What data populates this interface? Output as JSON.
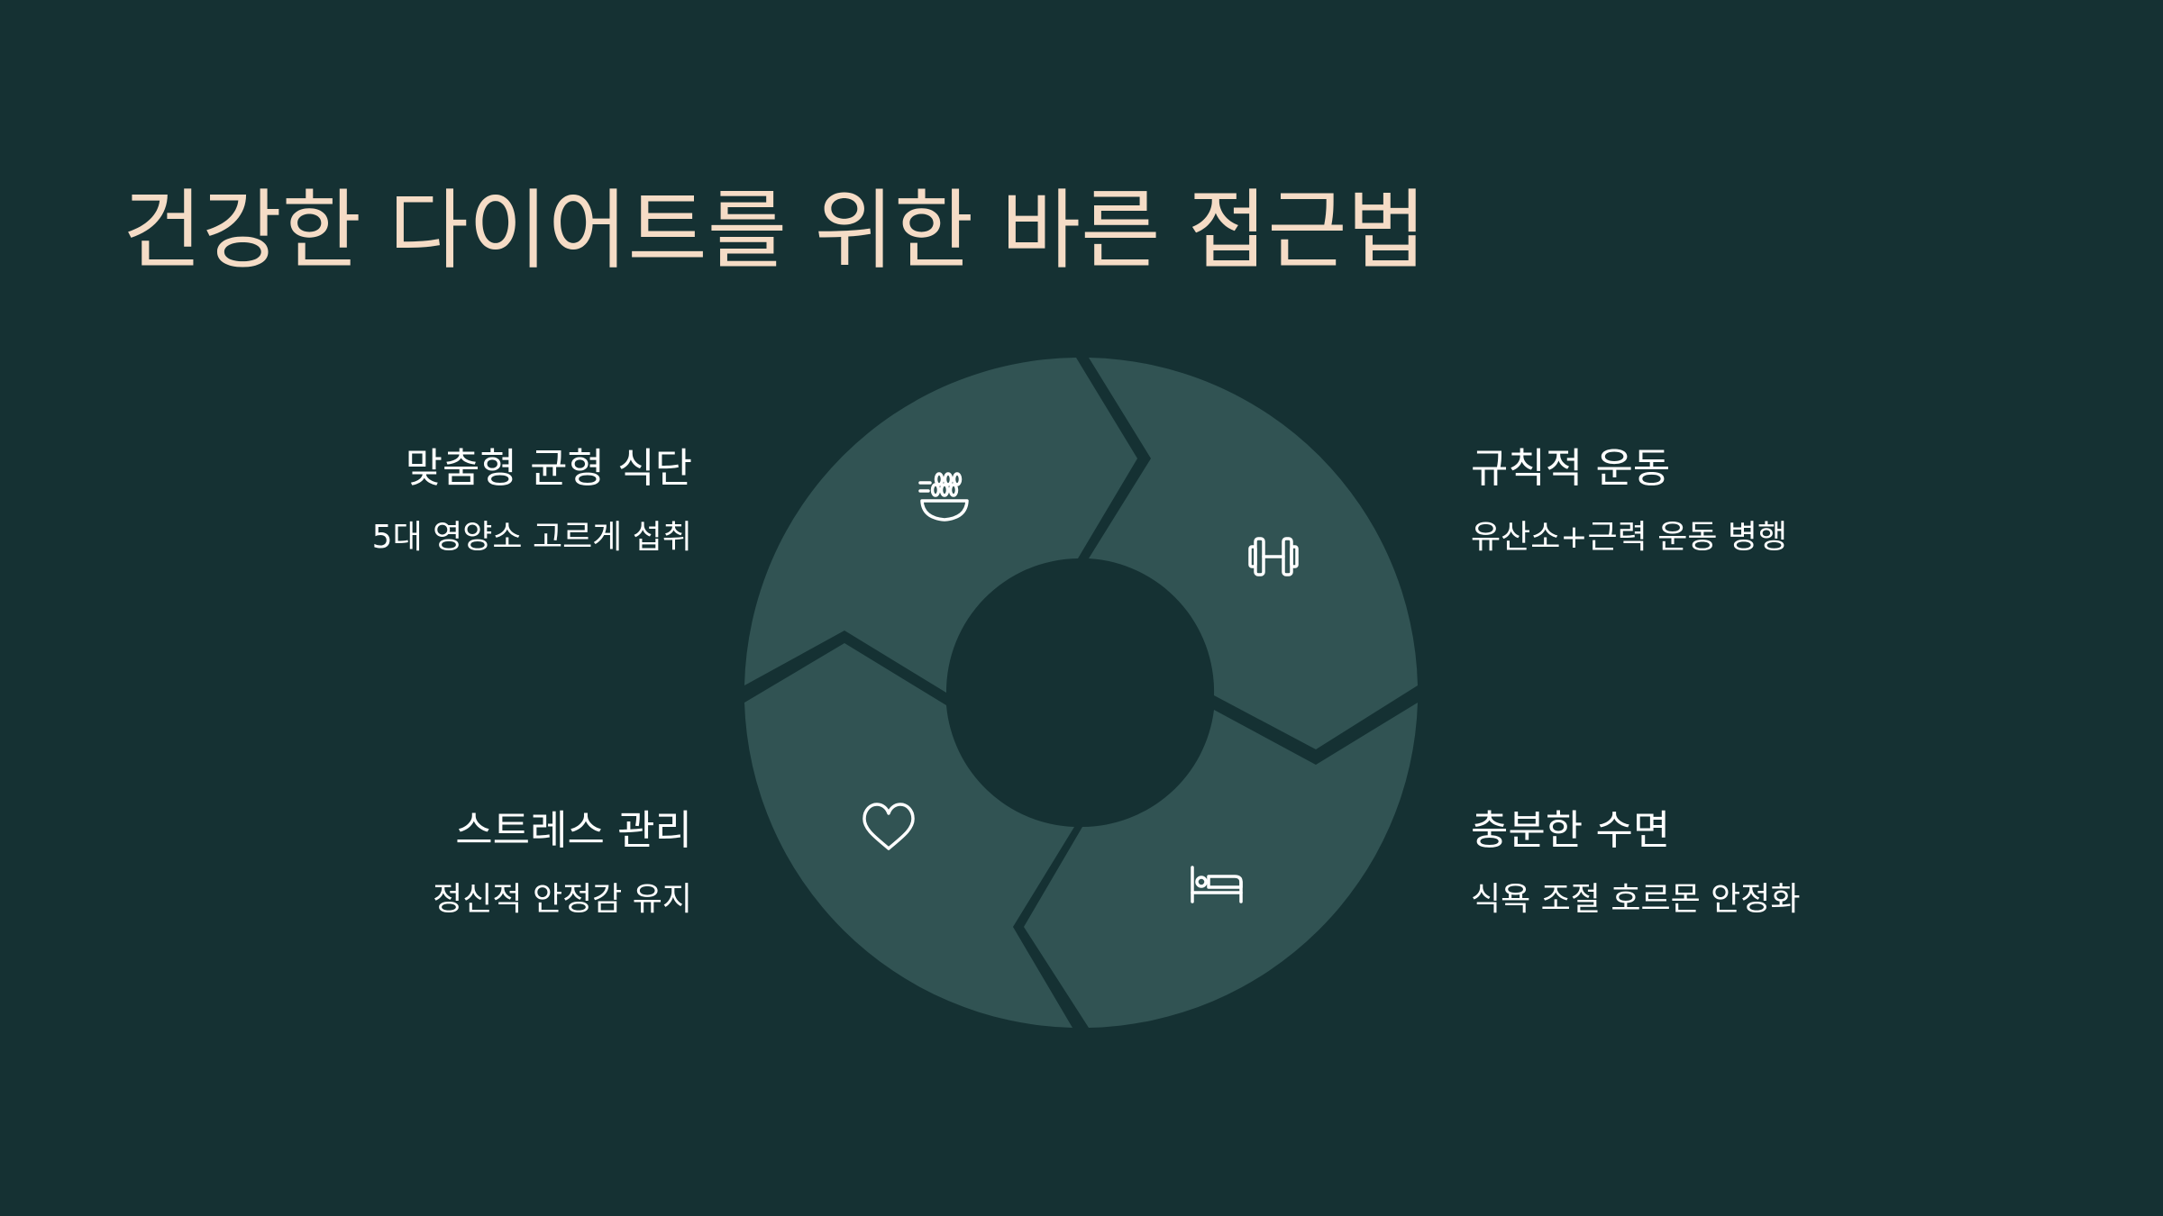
{
  "title": "건강한 다이어트를 위한 바른 접근법",
  "colors": {
    "background": "#153133",
    "segment": "#315353",
    "title": "#f5dcc6",
    "text": "#ffffff"
  },
  "items": [
    {
      "title": "맞춤형 균형 식단",
      "description": "5대 영양소 고르게 섭취",
      "icon": "food-bowl-icon"
    },
    {
      "title": "규칙적 운동",
      "description": "유산소+근력 운동 병행",
      "icon": "dumbbell-icon"
    },
    {
      "title": "스트레스 관리",
      "description": "정신적 안정감 유지",
      "icon": "heart-icon"
    },
    {
      "title": "충분한 수면",
      "description": "식욕 조절 호르몬 안정화",
      "icon": "bed-icon"
    }
  ]
}
